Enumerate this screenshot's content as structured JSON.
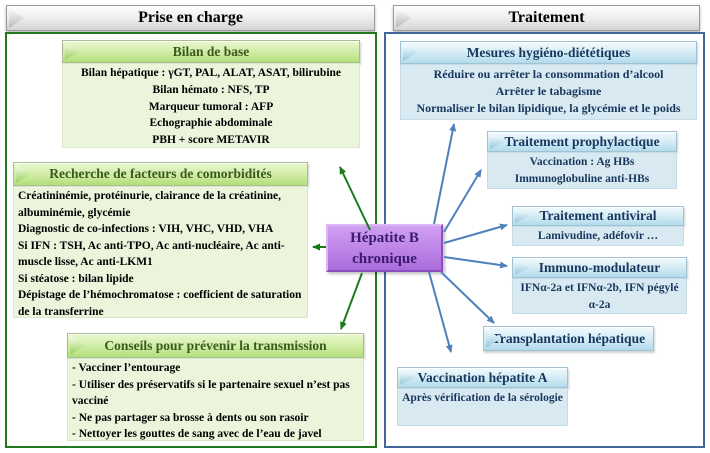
{
  "panels": {
    "left": {
      "title": "Prise en charge",
      "boxes": [
        {
          "header": "Bilan de base",
          "lines": [
            "Bilan hépatique : γGT, PAL, ALAT, ASAT, bilirubine",
            "Bilan hémato : NFS, TP",
            "Marqueur tumoral : AFP",
            "Echographie abdominale",
            "PBH + score METAVIR"
          ]
        },
        {
          "header": "Recherche de facteurs de comorbidités",
          "lines": [
            "Créatininémie, protéinurie, clairance de la créatinine, albuminémie, glycémie",
            "Diagnostic de co-infections : VIH, VHC, VHD, VHA",
            "Si IFN : TSH, Ac anti-TPO, Ac anti-nucléaire, Ac anti-muscle lisse, Ac anti-LKM1",
            "Si stéatose : bilan lipide",
            "Dépistage de l’hémochromatose : coefficient de saturation de la transferrine"
          ]
        },
        {
          "header": "Conseils pour prévenir la transmission",
          "lines": [
            "- Vacciner l’entourage",
            "- Utiliser des préservatifs si le partenaire sexuel n’est pas vacciné",
            "- Ne pas partager sa brosse à dents ou son rasoir",
            "- Nettoyer les gouttes de sang avec de l’eau de javel"
          ]
        }
      ]
    },
    "right": {
      "title": "Traitement",
      "boxes": [
        {
          "header": "Mesures hygiéno-diététiques",
          "lines": [
            "Réduire ou arrêter  la consommation d’alcool",
            "Arrêter le tabagisme",
            "Normaliser le bilan lipidique, la glycémie et le poids"
          ]
        },
        {
          "header": "Traitement prophylactique",
          "lines": [
            "Vaccination : Ag HBs",
            "Immunoglobuline anti-HBs"
          ]
        },
        {
          "header": "Traitement antiviral",
          "lines": [
            "Lamivudine, adéfovir …"
          ]
        },
        {
          "header": "Immuno-modulateur",
          "lines": [
            "IFNα-2a et IFNα-2b, IFN pégylé α-2a"
          ]
        },
        {
          "header": "Transplantation hépatique",
          "lines": []
        },
        {
          "header": "Vaccination hépatite A",
          "lines": [
            "Après vérification de la sérologie"
          ]
        }
      ]
    }
  },
  "central_node": {
    "label": "Hépatite B chronique"
  },
  "colors": {
    "left_panel_border": "#1f7a1f",
    "right_panel_border": "#44679a",
    "green_arrow": "#1b7a1b",
    "blue_arrow": "#4f81bd",
    "green_header": "#b2df7b",
    "green_body": "#eaf5dc",
    "blue_header": "#b2dcec",
    "blue_body": "#d9e9f1",
    "central_fill": "#ba80e6"
  }
}
